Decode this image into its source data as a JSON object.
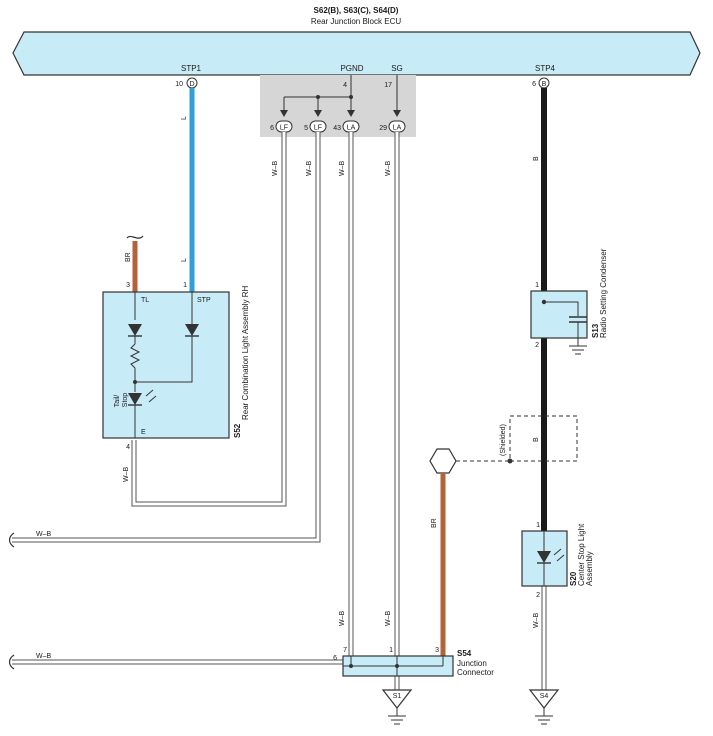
{
  "colors": {
    "ecu_fill": "#c8ebf8",
    "connector_area": "#d6d6d6",
    "wire_L": "#2e9fd8",
    "wire_BR": "#b46238",
    "wire_B": "#1a1a1a",
    "wire_WB": "#4a4a4a"
  },
  "ecu": {
    "connectors": "S62(B), S63(C), S64(D)",
    "name": "Rear Junction Block ECU",
    "terminals": [
      {
        "pin": "10",
        "letter": "D",
        "name": "STP1"
      },
      {
        "pin": "4",
        "name": "PGND"
      },
      {
        "pin": "17",
        "name": "SG"
      },
      {
        "pin": "6",
        "letter": "B",
        "name": "STP4"
      }
    ],
    "junction_pins": [
      {
        "pin": "6",
        "letter": "LF"
      },
      {
        "pin": "5",
        "letter": "LF"
      },
      {
        "pin": "43",
        "letter": "LA"
      },
      {
        "pin": "29",
        "letter": "LA"
      }
    ]
  },
  "wires": {
    "stp1": "L",
    "stp1_lower": "L",
    "tail": "BR",
    "stp4": "B",
    "stp4_lower": "B",
    "wb1": "W–B",
    "wb2": "W–B",
    "wb3": "W–B",
    "wb4": "W–B",
    "wb_lamp": "W–B",
    "wb_left_upper": "W–B",
    "wb_left_lower": "W–B",
    "wb_j1": "W–B",
    "wb_j2": "W–B",
    "wb_s4": "W–B",
    "br_j": "BR"
  },
  "lamp": {
    "code": "S52",
    "name": "Rear Combination Light Assembly RH",
    "pins": {
      "tl": "3",
      "stp": "1",
      "e": "4"
    },
    "terms": {
      "tl": "TL",
      "stp": "STP",
      "e": "E"
    },
    "bulb_label": "Tail/\nStop"
  },
  "condenser": {
    "code": "S13",
    "name": "Radio Setting Condenser",
    "pin_top": "1",
    "pin_bottom": "2"
  },
  "shield": {
    "label": "(Shielded)"
  },
  "center_light": {
    "code": "S20",
    "name": "Center Stop Light\nAssembly",
    "pin_top": "1",
    "pin_bottom": "2"
  },
  "junction": {
    "code": "S54",
    "name": "Junction\nConnector",
    "pins": [
      "7",
      "1",
      "3",
      "6"
    ]
  },
  "grounds": [
    {
      "label": "S1"
    },
    {
      "label": "S4"
    }
  ]
}
